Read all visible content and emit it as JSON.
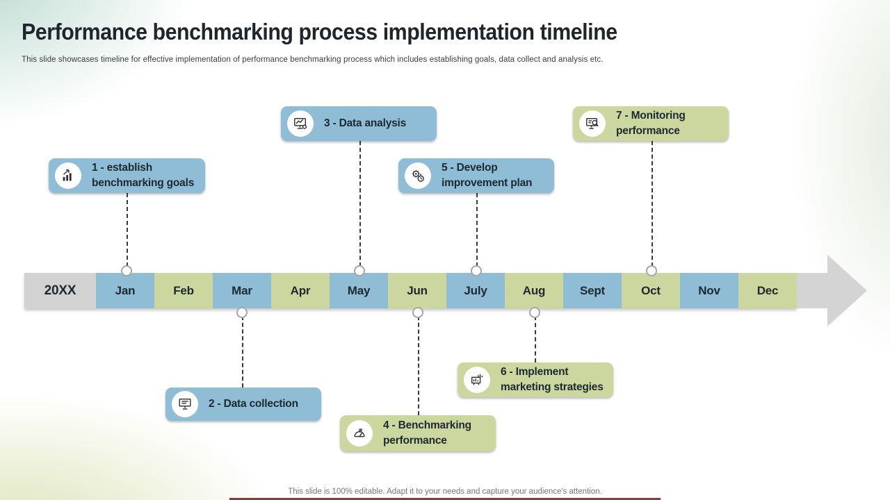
{
  "slide": {
    "title": "Performance benchmarking process implementation timeline",
    "subtitle": "This slide showcases timeline for effective implementation of performance benchmarking process which includes establishing goals, data collect and analysis etc.",
    "footer": "This slide is 100% editable. Adapt it to your needs and capture your audience's attention."
  },
  "timeline": {
    "year_label": "20XX",
    "months": [
      "Jan",
      "Feb",
      "Mar",
      "Apr",
      "May",
      "Jun",
      "July",
      "Aug",
      "Sept",
      "Oct",
      "Nov",
      "Dec"
    ]
  },
  "callouts": [
    {
      "step": 1,
      "label": "1 - establish benchmarking goals",
      "icon": "goals-target-chart-icon",
      "color": "blue",
      "month": "Jan",
      "position": "top"
    },
    {
      "step": 2,
      "label": "2 - Data collection",
      "icon": "monitor-data-icon",
      "color": "blue",
      "month": "Mar",
      "position": "bottom"
    },
    {
      "step": 3,
      "label": "3 - Data analysis",
      "icon": "monitor-chart-gear-icon",
      "color": "blue",
      "month": "May",
      "position": "top"
    },
    {
      "step": 4,
      "label": "4 - Benchmarking performance",
      "icon": "gauge-icon",
      "color": "green",
      "month": "Jun",
      "position": "bottom"
    },
    {
      "step": 5,
      "label": "5 - Develop improvement plan",
      "icon": "gear-stopwatch-icon",
      "color": "blue",
      "month": "July",
      "position": "top"
    },
    {
      "step": 6,
      "label": "6 - Implement marketing strategies",
      "icon": "chart-board-icon",
      "color": "green",
      "month": "Aug",
      "position": "bottom"
    },
    {
      "step": 7,
      "label": "7 - Monitoring performance",
      "icon": "monitor-magnifier-icon",
      "color": "green",
      "month": "Oct",
      "position": "top"
    }
  ],
  "colors": {
    "blue": "#8fbdd5",
    "green": "#ccd79f",
    "year_gray": "#d2d2d2",
    "arrow_gray": "#d4d4d4",
    "text_dark": "#1d2830",
    "accent_line": "#8c3a36"
  }
}
